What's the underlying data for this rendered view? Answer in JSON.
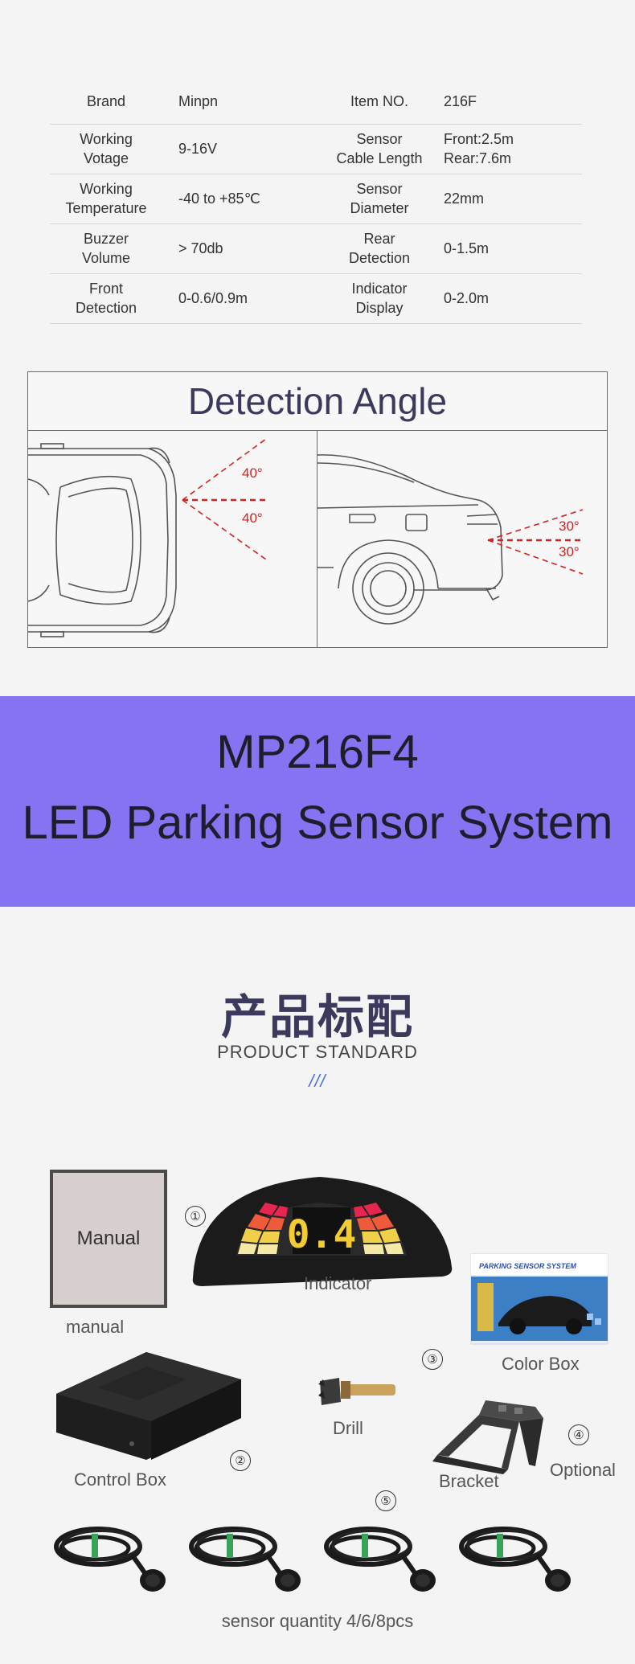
{
  "spec": {
    "rows": [
      {
        "l1": "Brand",
        "v1": "Minpn",
        "l2": "Item NO.",
        "v2": "216F"
      },
      {
        "l1": "Working\nVotage",
        "v1": "9-16V",
        "l2": "Sensor\nCable Length",
        "v2": "Front:2.5m\nRear:7.6m"
      },
      {
        "l1": "Working\nTemperature",
        "v1": "-40 to +85℃",
        "l2": "Sensor\nDiameter",
        "v2": "22mm"
      },
      {
        "l1": "Buzzer\nVolume",
        "v1": "> 70db",
        "l2": "Rear\nDetection",
        "v2": "0-1.5m"
      },
      {
        "l1": "Front\nDetection",
        "v1": "0-0.6/0.9m",
        "l2": "Indicator\nDisplay",
        "v2": "0-2.0m"
      }
    ]
  },
  "detection": {
    "title": "Detection Angle",
    "front_angle_top": "40°",
    "front_angle_bottom": "40°",
    "rear_angle_top": "30°",
    "rear_angle_bottom": "30°"
  },
  "banner": {
    "model": "MP216F4",
    "name": "LED Parking Sensor System"
  },
  "standard": {
    "title_cn": "产品标配",
    "title_en": "PRODUCT STANDARD",
    "decor": "///"
  },
  "items": {
    "manual_cover": "Manual",
    "manual_label": "manual",
    "indicator_label": "Indicator",
    "indicator_digits": "0.4",
    "color_box_label": "Color Box",
    "color_box_brand": "PARKING SENSOR SYSTEM",
    "control_box_label": "Control Box",
    "drill_label": "Drill",
    "bracket_label": "Bracket",
    "optional_label": "Optional",
    "sensor_label": "sensor quantity 4/6/8pcs",
    "numbers": [
      "①",
      "②",
      "③",
      "④",
      "⑤"
    ]
  },
  "colors": {
    "banner": "#8474f2",
    "angle_red": "#d62020",
    "title_navy": "#3b3a5c"
  }
}
